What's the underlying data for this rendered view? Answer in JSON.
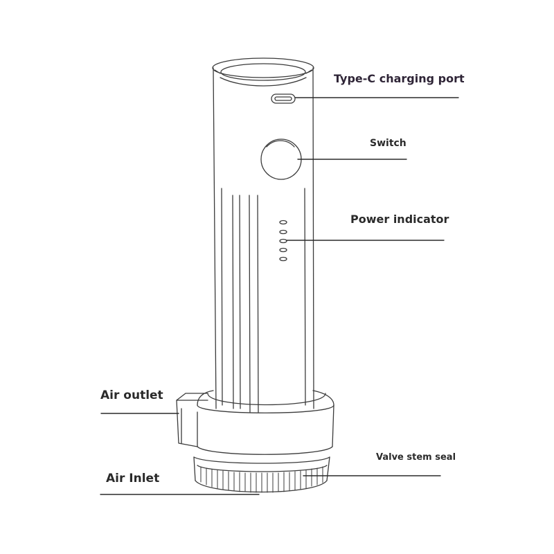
{
  "labels": {
    "typec": "Type-C charging port",
    "switch": "Switch",
    "power_indicator": "Power indicator",
    "air_outlet": "Air outlet",
    "air_inlet": "Air Inlet",
    "valve_stem_seal": "Valve stem seal"
  },
  "colors": {
    "line": "#3a3a3a",
    "text": "#2a2a2a",
    "background": "#ffffff"
  }
}
